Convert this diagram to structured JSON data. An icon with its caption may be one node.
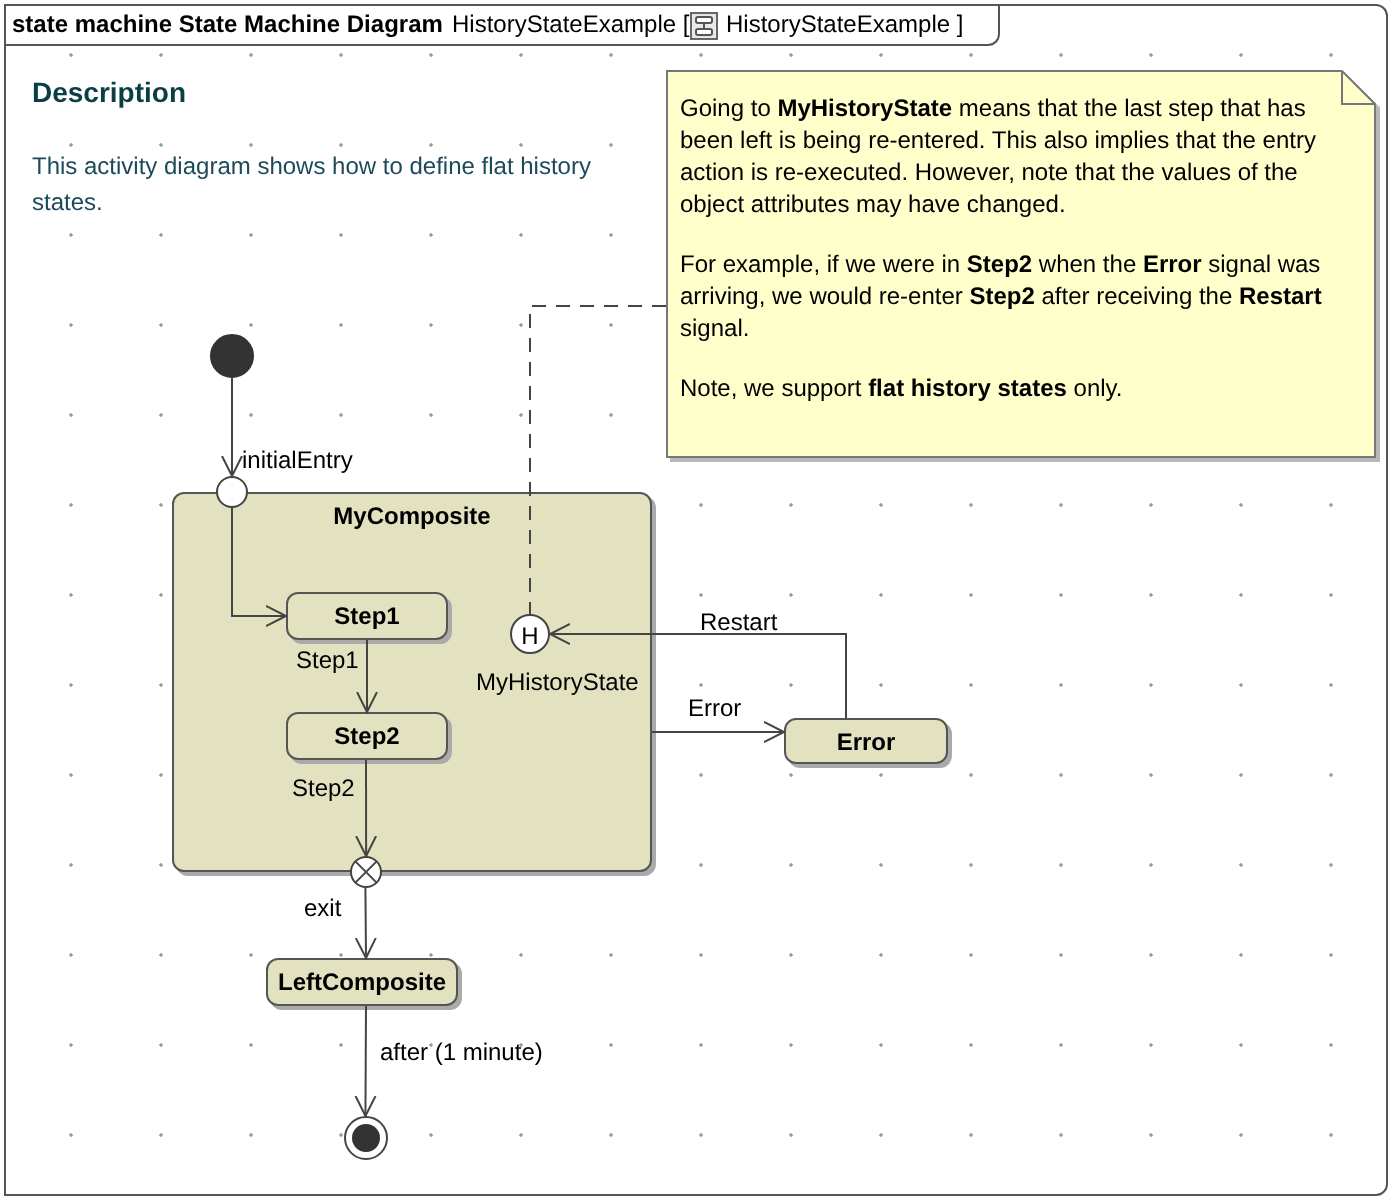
{
  "diagram": {
    "title": "state machine State Machine Diagram",
    "nodes": [
      {
        "text": [
          "Going to **MyHistoryState** means that the last step that has been left is being re-entered. This also implies that the entry action is re-executed. However, note that the values of the object attributes may have changed.",
          "For example, if we were in **Step2** when the **Error** signal was arriving, we would re-enter **Step2** after receiving the **Restart** signal.",
          "Note, we support **flat history states** only."
        ]
      },
      {
        "text": [],
        "shape": "circle"
      },
      {
        "text": [
          "MyComposite"
        ]
      },
      {
        "text": [],
        "shape": "circle",
        "beside": [
          "initialEntry"
        ]
      },
      {
        "text": [
          "Step1"
        ],
        "in": 2
      },
      {
        "text": [
          "Step2"
        ],
        "in": 2
      },
      {
        "text": [
          "H"
        ],
        "in": 2,
        "beside": [
          "MyHistoryState"
        ]
      },
      {
        "text": [],
        "shape": "circle",
        "beside": [
          "exit"
        ]
      },
      {
        "text": [
          "Error"
        ]
      },
      {
        "text": [
          "LeftComposite"
        ]
      },
      {
        "text": [],
        "shape": "circle"
      }
    ],
    "edges": [
      {
        "from": 1,
        "to": 3,
        "arrow": "to"
      },
      {
        "from": 3,
        "to": 4,
        "arrow": "to"
      },
      {
        "from": 4,
        "to": 5,
        "arrow": "to",
        "label": "Step1"
      },
      {
        "from": 5,
        "to": 7,
        "arrow": "to",
        "label": "Step2"
      },
      {
        "from": 7,
        "to": 9,
        "arrow": "to"
      },
      {
        "from": 9,
        "to": 10,
        "arrow": "to",
        "label": "after (1 minute)"
      },
      {
        "from": 2,
        "to": 8,
        "arrow": "to",
        "label": "Error"
      },
      {
        "from": 8,
        "to": 6,
        "arrow": "to",
        "label": "Restart"
      },
      {
        "from": 0,
        "to": 6,
        "arrow": "none",
        "style": "dashed"
      }
    ],
    "labels": [
      "HistoryStateExample [",
      "HistoryStateExample ]",
      "Description",
      "This activity diagram shows how to define flat history states."
    ]
  }
}
